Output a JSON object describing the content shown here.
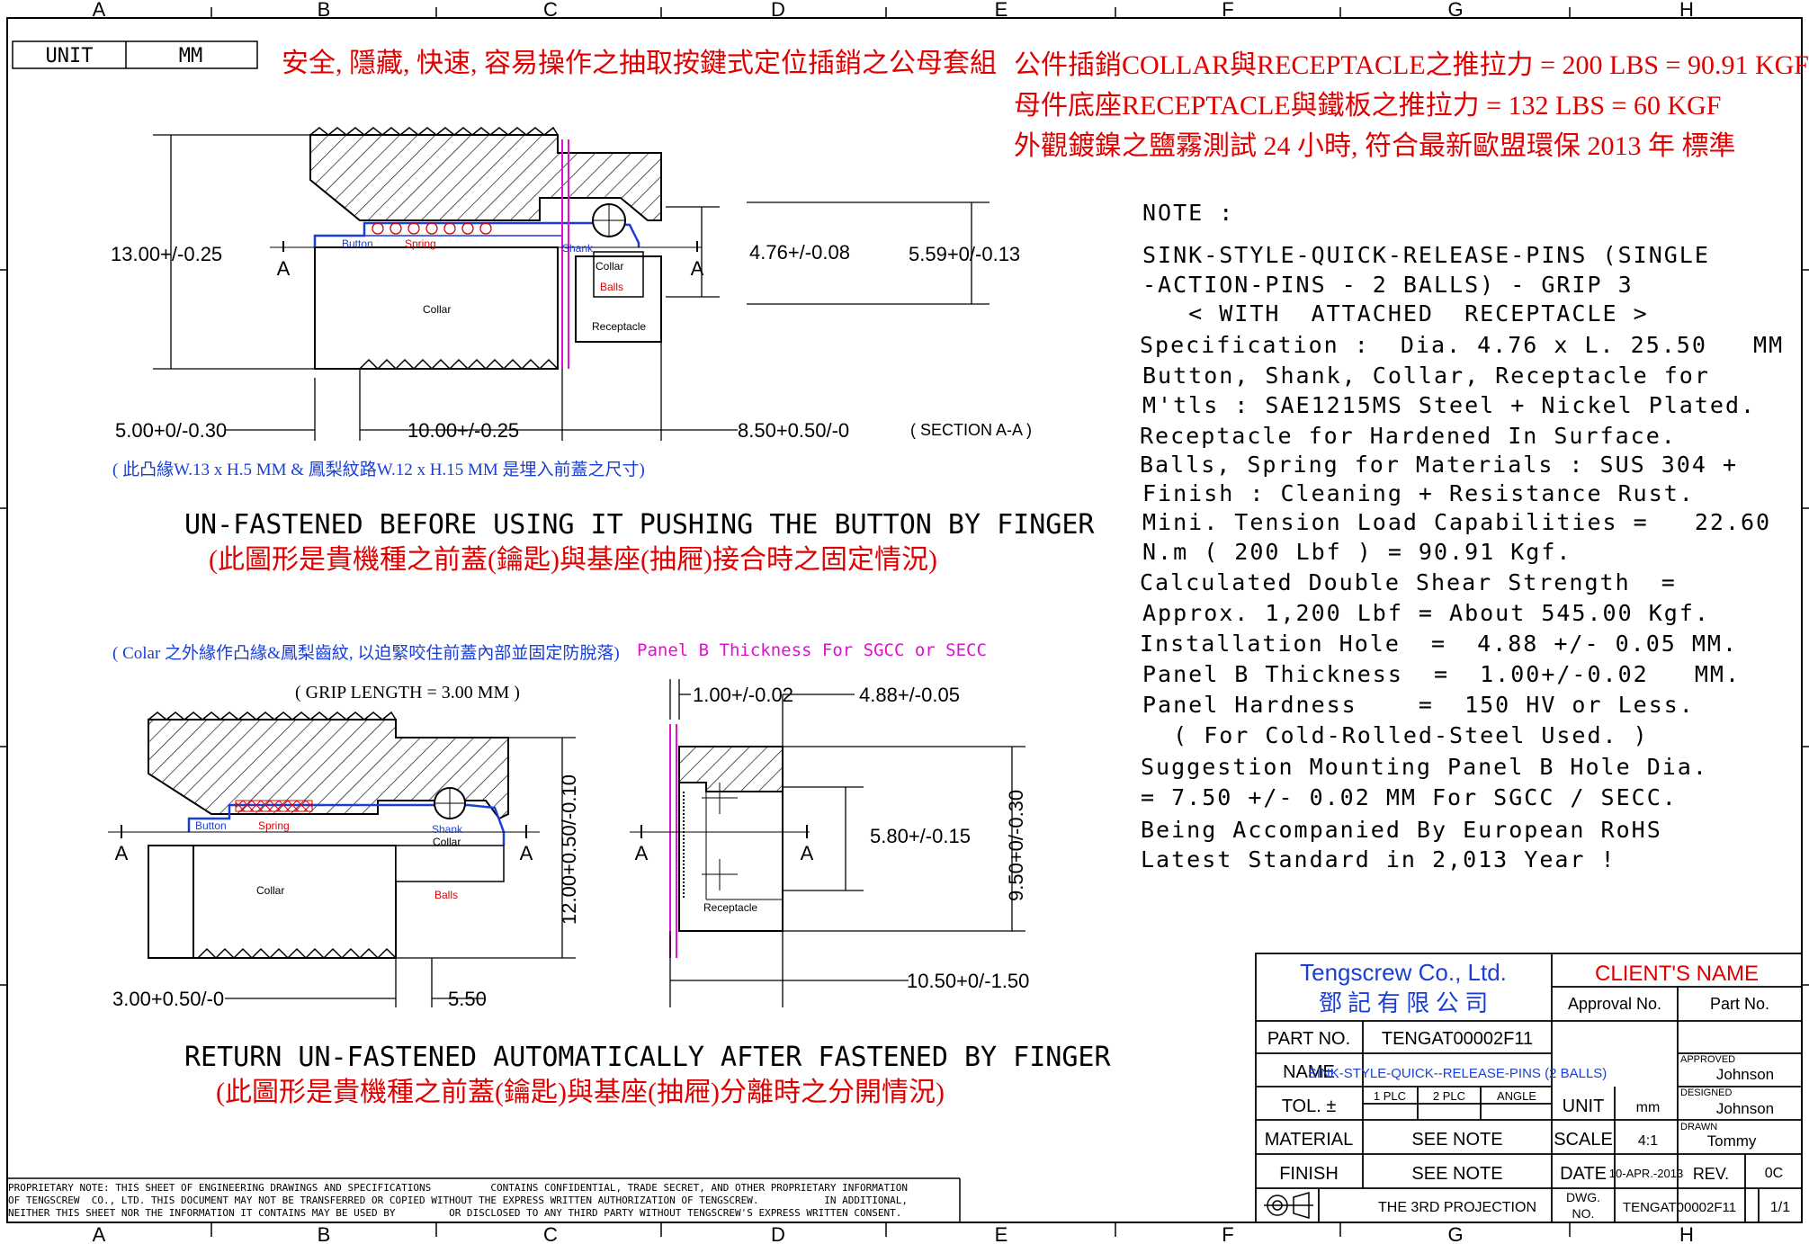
{
  "grid": {
    "columns": [
      "A",
      "B",
      "C",
      "D",
      "E",
      "F",
      "G",
      "H"
    ]
  },
  "unit_box": {
    "label": "UNIT",
    "value": "MM"
  },
  "header": {
    "title_cn": "安全, 隱藏, 快速, 容易操作之抽取按鍵式定位插銷之公母套組",
    "spec_lines": [
      "公件插銷COLLAR與RECEPTACLE之推拉力 = 200 LBS = 90.91 KGF",
      "母件底座RECEPTACLE與鐵板之推拉力 = 132 LBS = 60 KGF",
      "外觀鍍鎳之鹽霧測試 24 小時, 符合最新歐盟環保 2013 年 標準"
    ]
  },
  "view1": {
    "dims": {
      "height": "13.00+/-0.25",
      "pin_dia": "4.76+/-0.08",
      "outer": "5.59+0/-0.13",
      "left": "5.00+0/-0.30",
      "mid": "10.00+/-0.25",
      "right": "8.50+0.50/-0"
    },
    "section": "( SECTION A-A )",
    "section_marks": [
      "A",
      "A"
    ],
    "labels": {
      "button": "Button",
      "spring": "Spring",
      "shank": "Shank",
      "collar_inner": "Collar",
      "balls": "Balls",
      "collar": "Collar",
      "receptacle": "Receptacle"
    },
    "note_blue": "( 此凸緣W.13 x H.5 MM & 鳳梨紋路W.12 x H.15 MM  是埋入前蓋之尺寸)",
    "caption_en": "UN-FASTENED BEFORE USING IT PUSHING THE BUTTON BY FINGER",
    "caption_cn": "(此圖形是貴機種之前蓋(鑰匙)與基座(抽屜)接合時之固定情況)"
  },
  "view2": {
    "note_blue": "( Colar 之外緣作凸緣&鳳梨齒紋, 以迫緊咬住前蓋內部並固定防脫落)",
    "panel_note": "Panel B Thickness For SGCC or SECC",
    "grip": "( GRIP LENGTH = 3.00  MM )",
    "dims": {
      "height": "12.00+0.50/-0.10",
      "left": "3.00+0.50/-0",
      "mid": "5.50",
      "panel": "1.00+/-0.02",
      "hole": "4.88+/-0.05",
      "rec_h": "5.80+/-0.15",
      "rec_outer": "9.50+0/-0.30",
      "rec_len": "10.50+0/-1.50"
    },
    "section_marks": [
      "A",
      "A",
      "A",
      "A"
    ],
    "labels": {
      "button": "Button",
      "spring": "Spring",
      "shank": "Shank",
      "collar_inner": "Collar",
      "balls": "Balls",
      "collar": "Collar",
      "receptacle": "Receptacle"
    },
    "caption_en": "RETURN UN-FASTENED AUTOMATICALLY AFTER FASTENED BY FINGER",
    "caption_cn": "(此圖形是貴機種之前蓋(鑰匙)與基座(抽屜)分離時之分開情況)"
  },
  "notes": {
    "heading": "NOTE  :",
    "lines": [
      "SINK-STYLE-QUICK-RELEASE-PINS (SINGLE",
      "-ACTION-PINS - 2 BALLS) - GRIP 3",
      "   < WITH  ATTACHED  RECEPTACLE >",
      "Specification :  Dia. 4.76 x L. 25.50   MM",
      "Button, Shank, Collar, Receptacle for",
      "M'tls : SAE1215MS Steel + Nickel Plated.",
      "Receptacle for Hardened In Surface.",
      "Balls, Spring for Materials : SUS 304 +",
      "Finish : Cleaning + Resistance Rust.",
      "Mini. Tension Load Capabilities =   22.60",
      "N.m ( 200 Lbf ) = 90.91 Kgf.",
      "Calculated Double Shear Strength  =",
      "Approx. 1,200 Lbf = About 545.00 Kgf.",
      "Installation Hole  =  4.88 +/- 0.05 MM.",
      "Panel B Thickness  =  1.00+/-0.02   MM.",
      "Panel Hardness    =  150 HV or Less.",
      "  ( For Cold-Rolled-Steel Used. )",
      "Suggestion Mounting Panel B Hole Dia.",
      "= 7.50 +/- 0.02 MM For SGCC / SECC.",
      "Being Accompanied By European RoHS",
      "Latest Standard in 2,013 Year !"
    ]
  },
  "title_block": {
    "company_en": "Tengscrew  Co.,  Ltd.",
    "company_cn": "鄧 記 有 限 公 司",
    "client": "CLIENT'S  NAME",
    "approval": "Approval No.",
    "part_no_hdr": "Part No.",
    "part_no_label": "PART NO.",
    "part_no": "TENGAT00002F11",
    "name_label": "NAME",
    "name": "SINK-STYLE-QUICK--RELEASE-PINS (2 BALLS)",
    "tol_label": "TOL. ±",
    "tol_cols": [
      "1 PLC",
      "2 PLC",
      "ANGLE"
    ],
    "unit_label": "UNIT",
    "unit": "mm",
    "material_label": "MATERIAL",
    "material": "SEE NOTE",
    "scale_label": "SCALE",
    "scale": "4:1",
    "finish_label": "FINISH",
    "finish": "SEE NOTE",
    "date_label": "DATE",
    "date": "10-APR.-2013",
    "rev_label": "REV.",
    "rev": "0C",
    "projection": "THE 3RD PROJECTION",
    "dwg_label_1": "DWG.",
    "dwg_label_2": "NO.",
    "dwg_no": "TENGAT00002F11",
    "sheet": "1/1",
    "approved_label": "APPROVED",
    "approved": "Johnson",
    "designed_label": "DESIGNED",
    "designed": "Johnson",
    "drawn_label": "DRAWN",
    "drawn": "Tommy"
  },
  "proprietary": [
    "PROPRIETARY NOTE: THIS SHEET OF ENGINEERING DRAWINGS AND SPECIFICATIONS          CONTAINS CONFIDENTIAL, TRADE SECRET, AND OTHER PROPRIETARY INFORMATION",
    "OF TENGSCREW  CO., LTD. THIS DOCUMENT MAY NOT BE TRANSFERRED OR COPIED WITHOUT THE EXPRESS WRITTEN AUTHORIZATION OF TENGSCREW.           IN ADDITIONAL,",
    "NEITHER THIS SHEET NOR THE INFORMATION IT CONTAINS MAY BE USED BY         OR DISCLOSED TO ANY THIRD PARTY WITHOUT TENGSCREW'S EXPRESS WRITTEN CONSENT."
  ]
}
